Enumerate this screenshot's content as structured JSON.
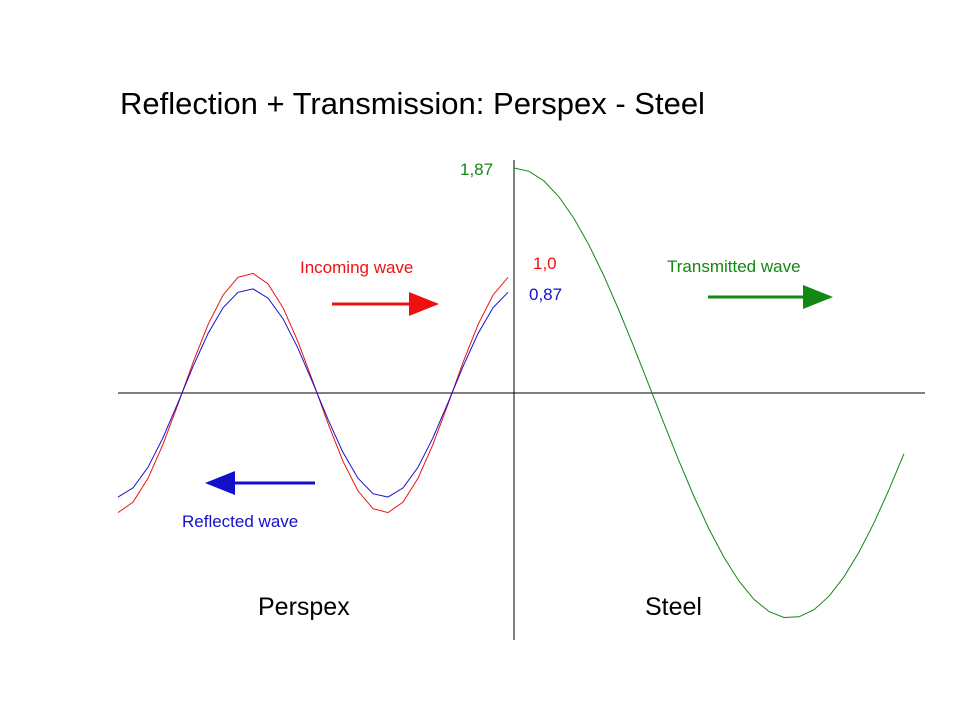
{
  "slide": {
    "title": "Reflection + Transmission: Perspex - Steel",
    "labels": {
      "incoming": "Incoming wave",
      "reflected": "Reflected wave",
      "transmitted": "Transmitted wave",
      "amp_transmitted": "1,87",
      "amp_incoming": "1,0",
      "amp_reflected": "0,87",
      "region_left": "Perspex",
      "region_right": "Steel"
    },
    "colors": {
      "incoming": "#ee1111",
      "reflected": "#1111cc",
      "transmitted": "#118811",
      "axis": "#000000"
    },
    "amplitudes": {
      "incoming": 1.0,
      "reflected": 0.87,
      "transmitted": 1.87
    }
  }
}
